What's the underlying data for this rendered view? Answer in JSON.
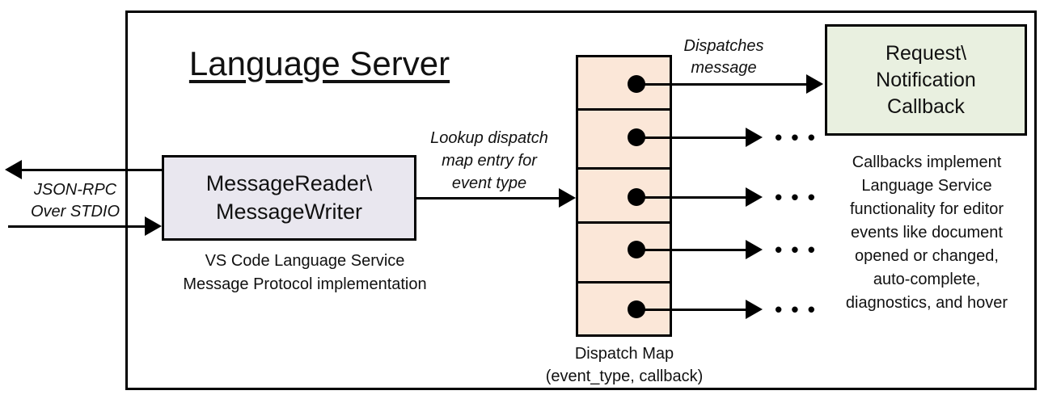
{
  "title": "Language Server",
  "colors": {
    "message_box_fill": "#e9e7ef",
    "dispatch_map_fill": "#fbe7d8",
    "callback_box_fill": "#e9f0e0",
    "line_color": "#000000",
    "background": "#ffffff"
  },
  "left_io": {
    "label_lines": [
      "JSON-RPC",
      "Over STDIO"
    ]
  },
  "message_box": {
    "title_lines": [
      "MessageReader\\",
      "MessageWriter"
    ],
    "caption_lines": [
      "VS Code Language Service",
      "Message Protocol implementation"
    ]
  },
  "lookup_label": {
    "lines": [
      "Lookup dispatch",
      "map entry for",
      "event type"
    ]
  },
  "dispatches_label": {
    "lines": [
      "Dispatches",
      "message"
    ]
  },
  "dispatch_map": {
    "row_count": 5,
    "ellipsis": "• • •",
    "caption_lines": [
      "Dispatch Map",
      "(event_type, callback)"
    ]
  },
  "callback_box": {
    "lines": [
      "Request\\",
      "Notification",
      "Callback"
    ]
  },
  "callbacks_note": {
    "lines": [
      "Callbacks implement",
      "Language Service",
      "functionality for editor",
      "events like document",
      "opened or changed,",
      "auto-complete,",
      "diagnostics, and hover"
    ]
  }
}
